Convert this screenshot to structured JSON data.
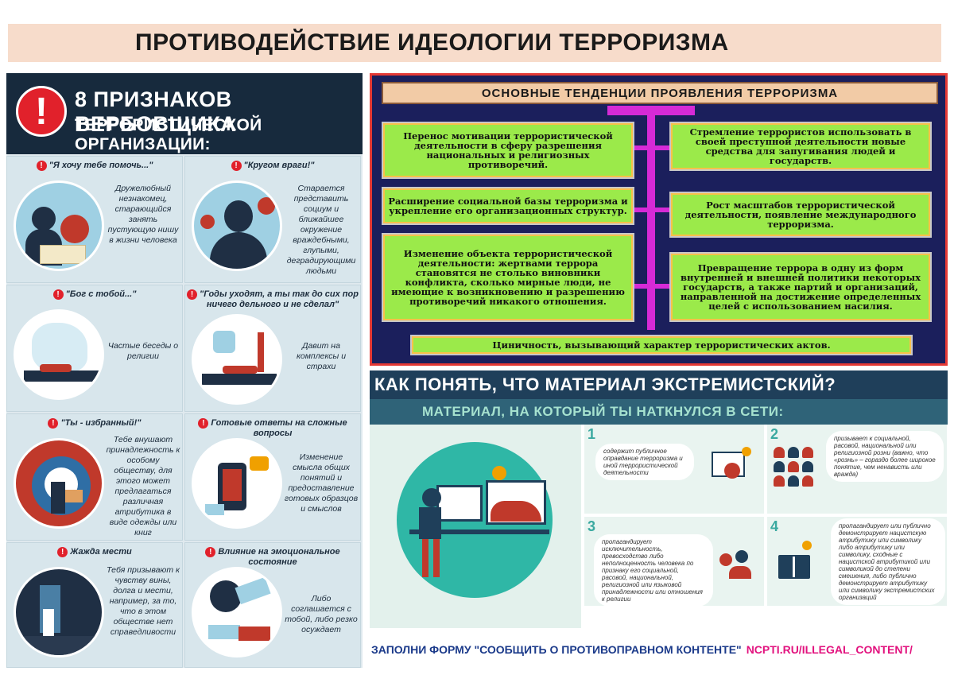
{
  "title": "ПРОТИВОДЕЙСТВИЕ ИДЕОЛОГИИ ТЕРРОРИЗМА",
  "recruiter": {
    "alert_glyph": "!",
    "heading_line1": "8 ПРИЗНАКОВ ВЕРБОВЩИКА",
    "heading_line2": "ТЕРРОРИСТИЧЕСКОЙ ОРГАНИЗАЦИИ:",
    "signs": [
      {
        "title": "\"Я хочу тебе помочь...\"",
        "text": "Дружелюбный незнакомец, старающийся занять пустующую нишу в жизни человека"
      },
      {
        "title": "\"Кругом враги!\"",
        "text": "Старается представить социум и ближайшее окружение враждебными, глупыми, деградирующими людьми"
      },
      {
        "title": "\"Бог с тобой...\"",
        "text": "Частые беседы о религии"
      },
      {
        "title": "\"Годы уходят, а ты так до сих пор ничего дельного и не сделал\"",
        "text": "Давит на комплексы и страхи"
      },
      {
        "title": "\"Ты - избранный!\"",
        "text": "Тебе внушают принадлежность к особому обществу, для этого может предлагаться различная атрибутика в виде одежды или книг"
      },
      {
        "title": "Готовые ответы на сложные вопросы",
        "text": "Изменение смысла общих понятий и предоставление готовых образцов и смыслов"
      },
      {
        "title": "Жажда мести",
        "text": "Тебя призывают к чувству вины, долга и мести, например, за то, что в этом обществе нет справедливости"
      },
      {
        "title": "Влияние на эмоциональное состояние",
        "text": "Либо соглашается с тобой, либо резко осуждает"
      }
    ]
  },
  "trends": {
    "heading": "ОСНОВНЫЕ ТЕНДЕНЦИИ ПРОЯВЛЕНИЯ ТЕРРОРИЗМА",
    "left": [
      "Перенос мотивации террористической деятельности в сферу разрешения национальных и религиозных противоречий.",
      "Расширение социальной базы терроризма и укрепление его организационных структур.",
      "Изменение объекта террористической деятельности: жертвами террора становятся не столько виновники конфликта, сколько мирные люди, не имеющие к возникновению и разрешению противоречий никакого отношения."
    ],
    "right": [
      "Стремление террористов использовать в своей преступной деятельности новые средства для запугивания людей и государств.",
      "Рост масштабов террористической деятельности, появление международного терроризма.",
      "Превращение террора в одну из форм внутренней и внешней политики некоторых государств, а также партий и организаций, направленной на достижение определенных целей с использованием насилия."
    ],
    "bottom": "Циничность, вызывающий характер террористических актов."
  },
  "extremist": {
    "heading": "КАК ПОНЯТЬ, ЧТО МАТЕРИАЛ ЭКСТРЕМИСТСКИЙ?",
    "subheading": "МАТЕРИАЛ, НА КОТОРЫЙ ТЫ НАТКНУЛСЯ В СЕТИ:",
    "items": [
      {
        "num": "1",
        "text": "содержит публичное оправдание терроризма и иной террористической деятельности"
      },
      {
        "num": "2",
        "text": "призывает к социальной, расовой, национальной или религиозной розни (важно, что «рознь» – гораздо более широкое понятие, чем ненависть или вражда)"
      },
      {
        "num": "3",
        "text": "пропагандирует исключительность, превосходство либо неполноценность человека по признаку его социальной, расовой, национальной, религиозной или языковой принадлежности или отношения к религии"
      },
      {
        "num": "4",
        "text": "пропагандирует или публично демонстрирует нацистскую атрибутику или символику либо атрибутику или символику, сходные с нацистской атрибутикой или символикой до степени смешения, либо публично демонстрирует атрибутику или символику экстремистских организаций"
      }
    ],
    "footer_text": "ЗАПОЛНИ ФОРМУ \"СООБЩИТЬ О ПРОТИВОПРАВНОМ КОНТЕНТЕ\"",
    "footer_link": "NCPTI.RU/ILLEGAL_CONTENT/"
  },
  "colors": {
    "title_band": "#f7dccb",
    "alert_red": "#e1212b",
    "navy": "#172a3d",
    "trend_bg": "#1b1f5c",
    "trend_box": "#9bea4a",
    "magenta": "#d62ad6",
    "footer_link": "#e2127e"
  }
}
